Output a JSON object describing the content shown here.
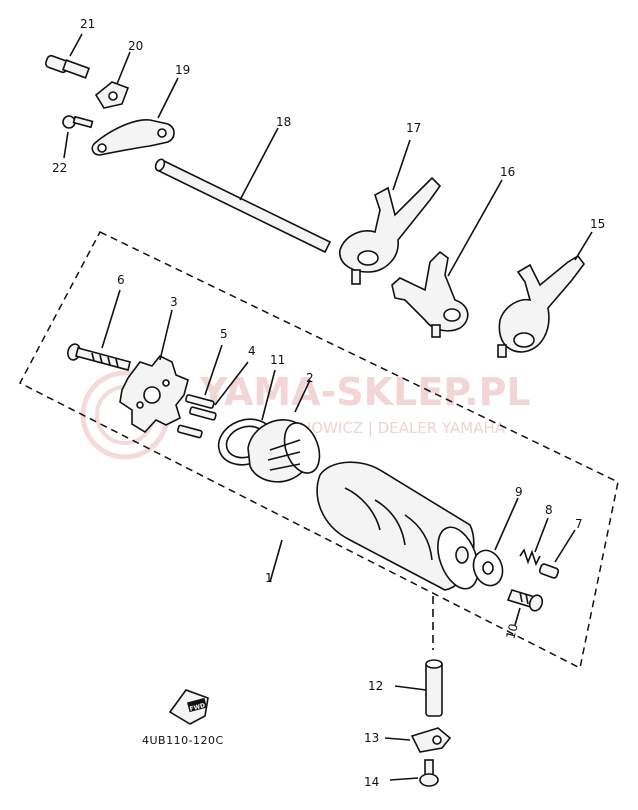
{
  "diagram": {
    "labels": {
      "p1": "1",
      "p2": "2",
      "p3": "3",
      "p4": "4",
      "p5": "5",
      "p6": "6",
      "p7": "7",
      "p8": "8",
      "p9": "9",
      "p10": "10",
      "p11": "11",
      "p12": "12",
      "p13": "13",
      "p14": "14",
      "p15": "15",
      "p16": "16",
      "p17": "17",
      "p18": "18",
      "p19": "19",
      "p20": "20",
      "p21": "21",
      "p22": "22"
    },
    "fwd_tag": "FWD",
    "drawing_code": "4UB110-120C"
  },
  "watermark": {
    "title": "YAMA-SKLEP.PL",
    "subtitle": "HOWICZ | DEALER YAMAHA"
  }
}
